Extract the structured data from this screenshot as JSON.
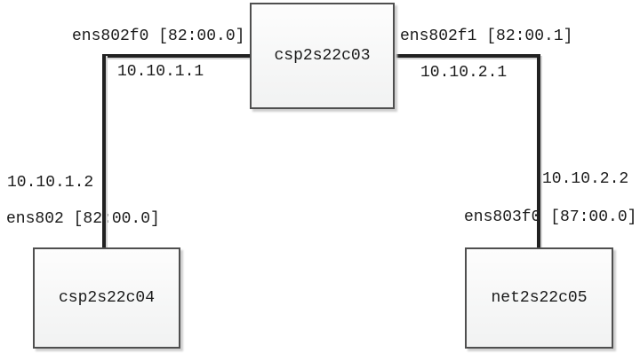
{
  "nodes": [
    {
      "id": "csp2s22c03",
      "label": "csp2s22c03"
    },
    {
      "id": "csp2s22c04",
      "label": "csp2s22c04"
    },
    {
      "id": "net2s22c05",
      "label": "net2s22c05"
    }
  ],
  "links": [
    {
      "from": "csp2s22c03",
      "to": "csp2s22c04",
      "from_interface": "ens802f0 [82:00.0]",
      "from_ip": "10.10.1.1",
      "to_ip": "10.10.1.2",
      "to_interface": "ens802 [82:00.0]"
    },
    {
      "from": "csp2s22c03",
      "to": "net2s22c05",
      "from_interface": "ens802f1 [82:00.1]",
      "from_ip": "10.10.2.1",
      "to_ip": "10.10.2.2",
      "to_interface": "ens803f0 [87:00.0]"
    }
  ],
  "colors": {
    "background": "#ffffff",
    "line": "#212121",
    "node_border": "#4f4f4f",
    "node_fill_top": "#fdfdfd",
    "node_fill_bottom": "#f1f2f2",
    "shadow": "#cfcfcf",
    "text": "#1a1a1a"
  }
}
